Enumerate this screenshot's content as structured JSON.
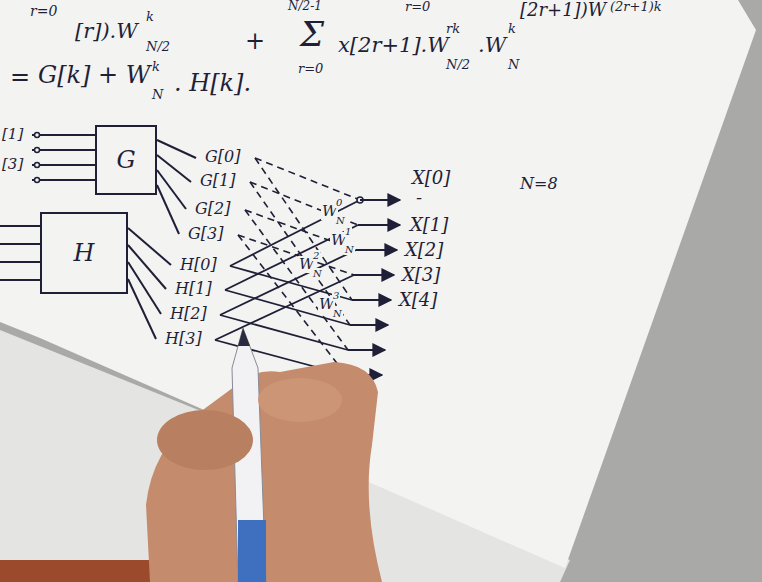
{
  "diagram": {
    "nodes": [
      {
        "text": [
          "G"
        ]
      },
      {
        "text": [
          "H"
        ]
      }
    ],
    "labels": [
      "r=0",
      "[r]).W",
      "k",
      "N/2",
      "+",
      "N/2-1",
      "Σ",
      "r=0",
      "x[2r+1].W",
      "rk",
      "N/2",
      ".W",
      "k",
      "N",
      "r=0",
      "[2r+1])W",
      "(2r+1)k",
      "=",
      "G[k] + W",
      "N",
      "k",
      ". H[k].",
      "[1]",
      "[3]",
      "G[0]",
      "G[1]",
      "G[2]",
      "G[3]",
      "H[0]",
      "H[1]",
      "H[2]",
      "H[3]",
      "X[0]",
      "-",
      "X[1]",
      "X[2]",
      "X[3]",
      "X[4]",
      "N=8",
      "W",
      "N",
      "0",
      "W",
      "N",
      "1",
      "W",
      "N",
      "2",
      "W",
      "N",
      "3"
    ]
  }
}
